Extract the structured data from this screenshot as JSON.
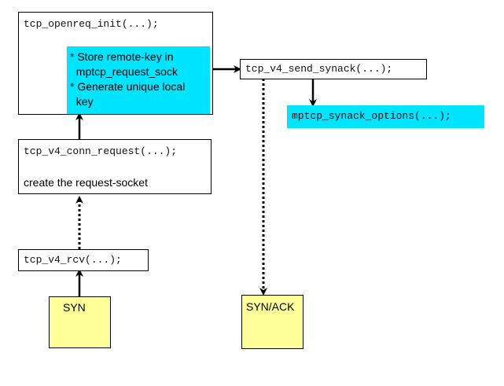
{
  "openreq": {
    "title": "tcp_openreq_init(...);",
    "notes": [
      "* Store remote-key in",
      "  mptcp_request_sock",
      "* Generate unique local",
      "  key"
    ]
  },
  "conn_request": {
    "title": "tcp_v4_conn_request(...);",
    "desc": "create the request-socket"
  },
  "rcv": {
    "title": "tcp_v4_rcv(...);"
  },
  "syn": {
    "label": "SYN"
  },
  "send_synack": {
    "title": "tcp_v4_send_synack(...);"
  },
  "synack_options": {
    "title": "mptcp_synack_options(...);"
  },
  "synack": {
    "label": "SYN/ACK"
  },
  "colors": {
    "highlight": "#00e5ff",
    "packet": "#ffff99"
  }
}
